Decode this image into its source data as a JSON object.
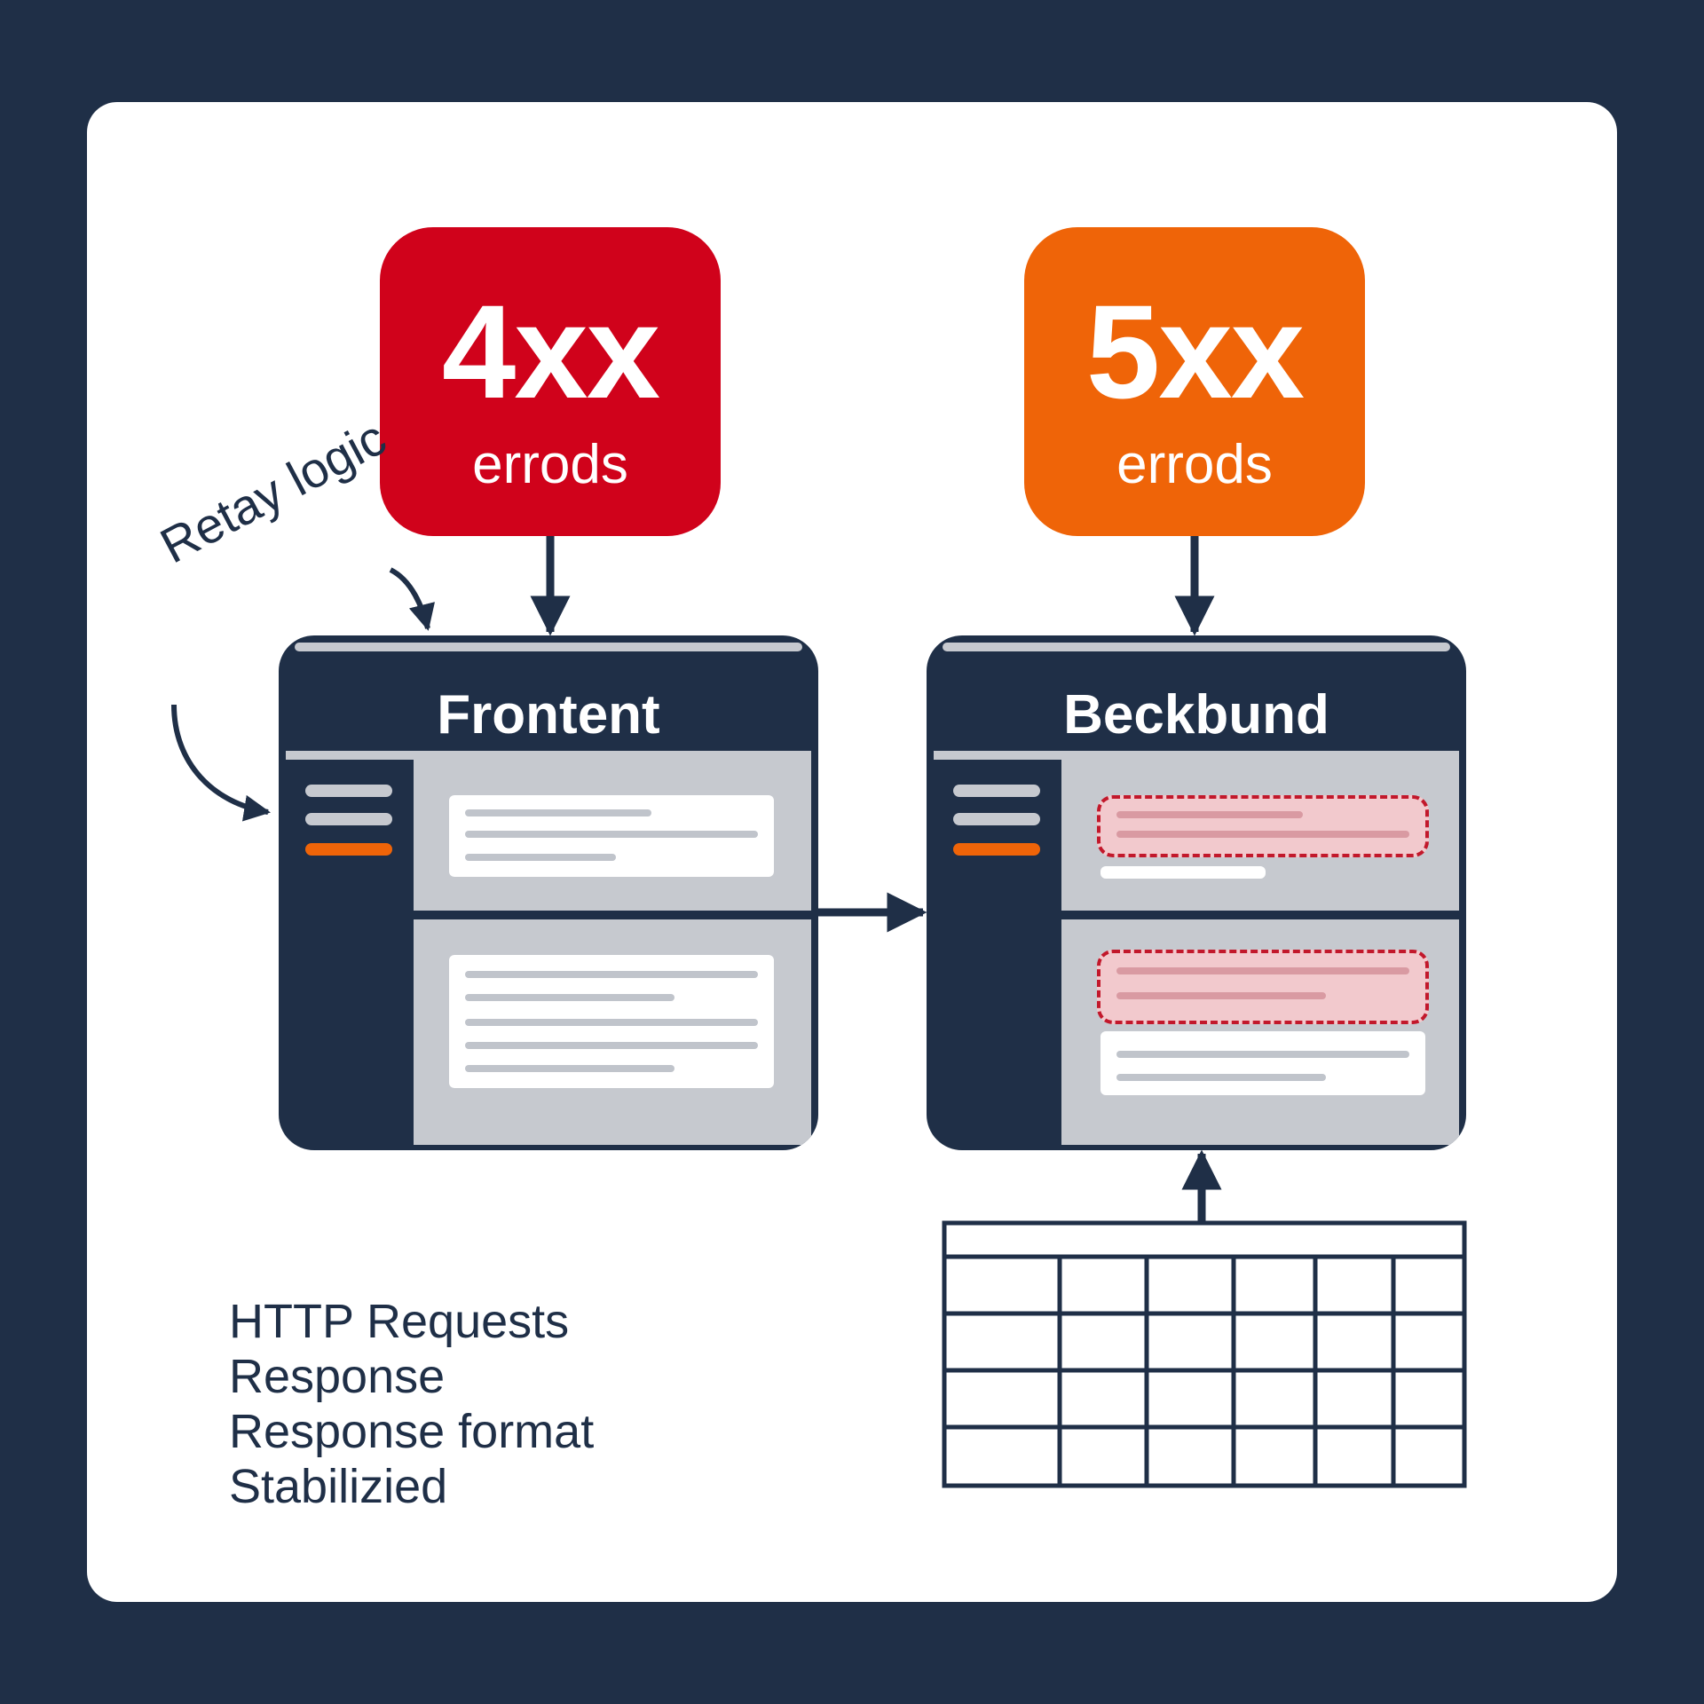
{
  "badges": {
    "client": {
      "code": "4xx",
      "label": "errods",
      "color": "#d0021b"
    },
    "server": {
      "code": "5xx",
      "label": "errods",
      "color": "#ef6408"
    }
  },
  "windows": {
    "frontend": {
      "title": "Frontent"
    },
    "backend": {
      "title": "Beckbund"
    }
  },
  "retry": {
    "label": "Retay logic"
  },
  "legend": {
    "items": [
      "HTTP Requests",
      "Response",
      "Response format",
      "Stabilizied"
    ]
  },
  "colors": {
    "background": "#1f2f47",
    "card": "#ffffff",
    "panel": "#c6c9cf",
    "highlight": "#ef6408",
    "error": "#c2182b"
  }
}
